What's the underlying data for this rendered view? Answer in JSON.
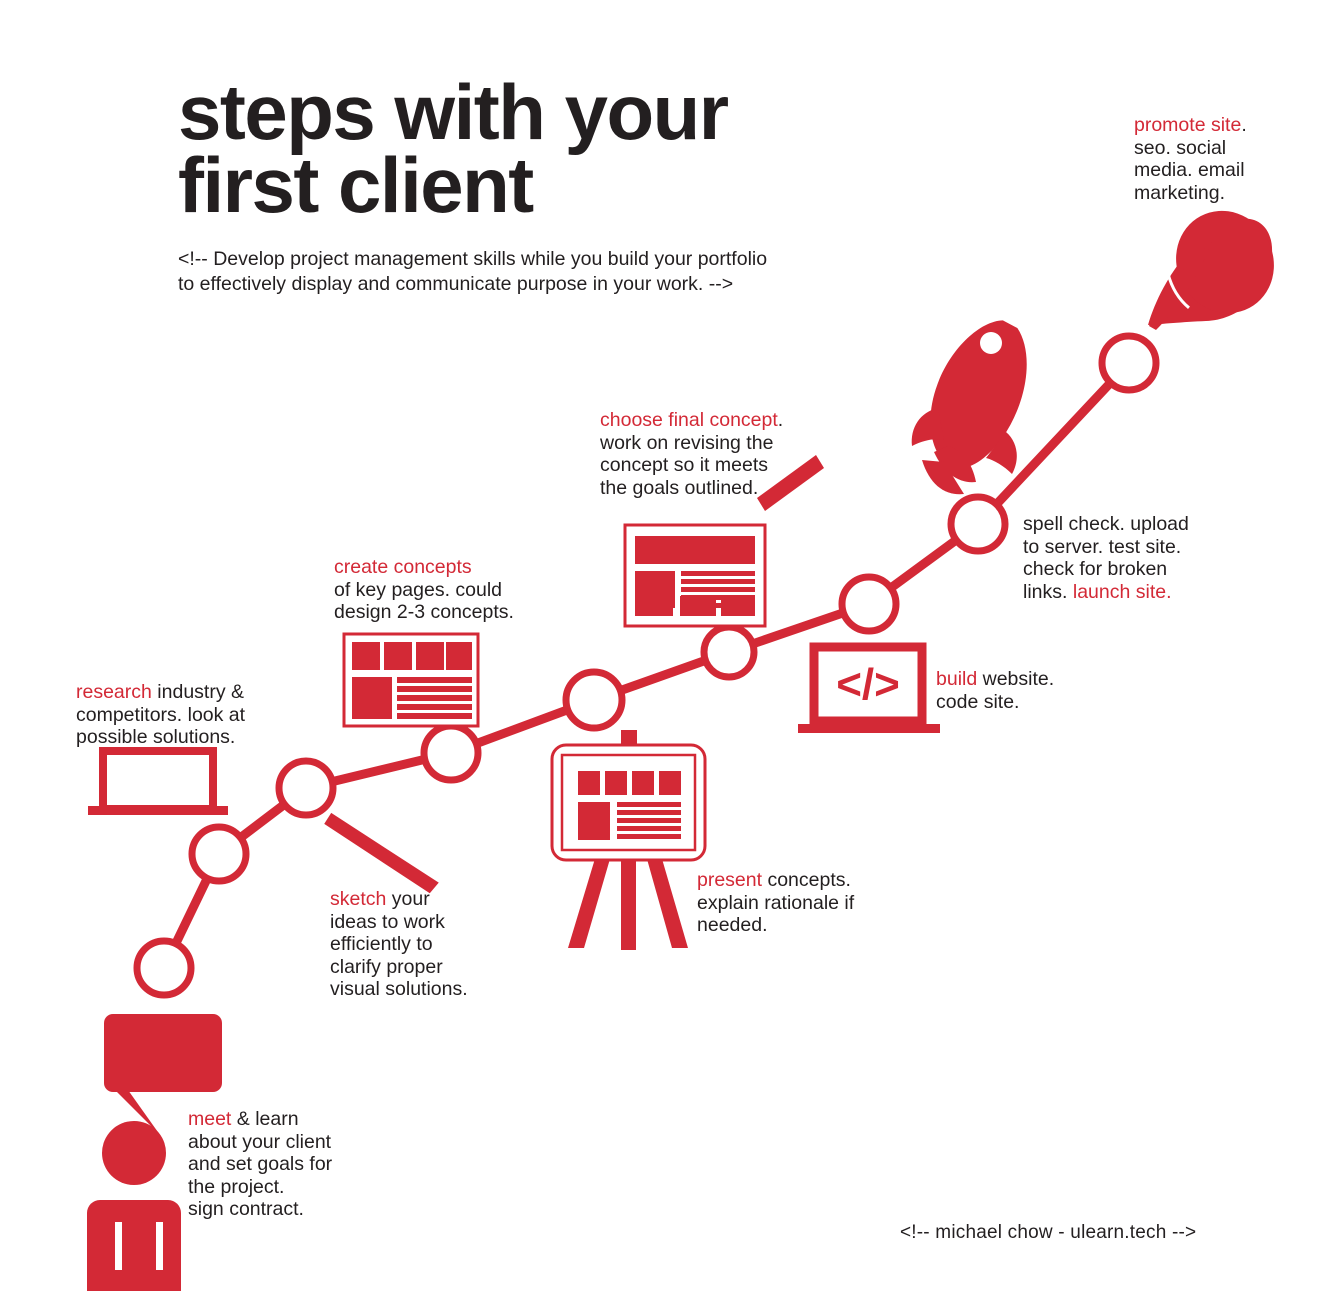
{
  "header": {
    "title": "steps with your\nfirst client",
    "subtitle": "<!--  Develop project management skills while you build your portfolio\n        to effectively display and communicate purpose in your work. -->"
  },
  "footer": {
    "credit": "<!--  michael chow - ulearn.tech -->"
  },
  "theme": {
    "red": "#d32936",
    "dark": "#231f20",
    "background": "#ffffff"
  },
  "steps": [
    {
      "id": "meet",
      "highlight": "meet",
      "rest": " & learn\nabout your client\nand set goals for\nthe project.\nsign contract.",
      "icon": "person-speech-bubble-icon"
    },
    {
      "id": "research",
      "highlight": "research",
      "rest": " industry &\ncompetitors. look at\npossible solutions.",
      "icon": "laptop-outline-icon"
    },
    {
      "id": "sketch",
      "highlight": "sketch",
      "rest": " your\nideas to work\nefficiently to\nclarify proper\nvisual solutions.",
      "icon": "pencil-icon"
    },
    {
      "id": "create-concepts",
      "highlight": "create concepts",
      "rest": "\nof key pages. could\ndesign 2-3 concepts.",
      "icon": "wireframe-grid-icon"
    },
    {
      "id": "present",
      "highlight": "present",
      "rest": " concepts.\nexplain rationale if\nneeded.",
      "icon": "easel-presentation-icon"
    },
    {
      "id": "choose-final-concept",
      "highlight": "choose final concept",
      "rest": ".\nwork on revising the\nconcept so it meets\nthe goals outlined.",
      "icon": "wireframe-layout-icon"
    },
    {
      "id": "build",
      "highlight": "build",
      "rest": " website.\ncode site.",
      "icon": "laptop-code-icon"
    },
    {
      "id": "launch",
      "highlight_trailing": "launch site.",
      "lead": "spell check. upload\nto server. test site.\ncheck for broken\nlinks. ",
      "icon": "rocket-icon"
    },
    {
      "id": "promote",
      "highlight": "promote site",
      "rest": ".\nseo. social\nmedia. email\nmarketing.",
      "icon": "megaphone-icon"
    }
  ],
  "path": {
    "nodes_count": 9,
    "code_glyph": "</>"
  }
}
